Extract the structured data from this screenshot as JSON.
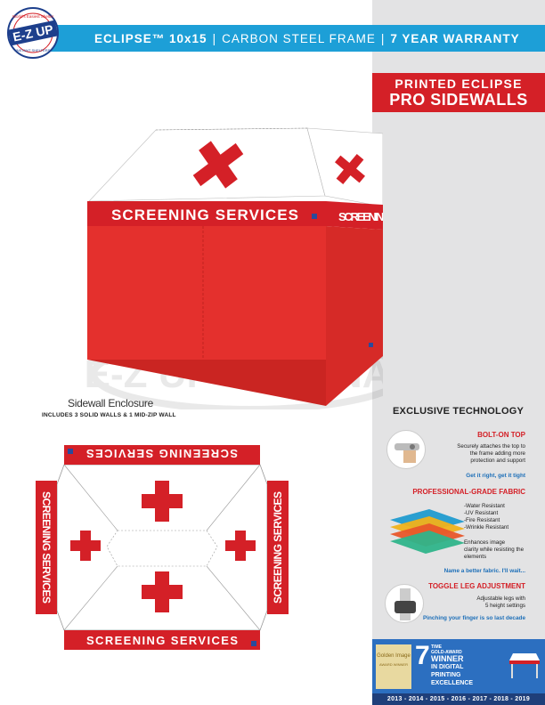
{
  "header": {
    "model": "ECLIPSE™ 10x15",
    "sep1": "|",
    "frame": "CARBON STEEL FRAME",
    "sep2": "|",
    "warranty": "7 YEAR WARRANTY"
  },
  "logo": {
    "text": "E-Z UP",
    "tag_top": "World's Easiest Shelter",
    "tag_bottom": "INSTANT SHELTERS"
  },
  "title": {
    "line1": "PRINTED ECLIPSE",
    "line2": "PRO SIDEWALLS"
  },
  "tent": {
    "valance_front": "SCREENING SERVICES",
    "valance_side": "SCREENING SERVICES",
    "watermark": "E-Z UP ORIGINAL"
  },
  "caption": {
    "title": "Sidewall Enclosure",
    "subtitle": "INCLUDES 3 SOLID WALLS & 1 MID-ZIP WALL"
  },
  "plan": {
    "top": "SCREENING SERVICES",
    "bottom": "SCREENING SERVICES",
    "left": "SCREENING SERVICES",
    "right": "SCREENING SERVICES"
  },
  "tech": {
    "heading": "EXCLUSIVE TECHNOLOGY",
    "bolt": {
      "title": "BOLT-ON TOP",
      "text": [
        "Securely attaches the top to",
        "the frame adding more",
        "protection and support"
      ],
      "tag": "Get it right, get it tight"
    },
    "fabric": {
      "title": "PROFESSIONAL-GRADE FABRIC",
      "bullets": [
        "-Water Resistant",
        "-UV Resistant",
        "-Fire Resistant",
        "-Wrinkle Resistant"
      ],
      "text": [
        "Enhances image",
        "clarity while resisting the",
        "elements"
      ],
      "tag": "Name a better fabric. I'll wait..."
    },
    "toggle": {
      "title": "TOGGLE LEG ADJUSTMENT",
      "text": [
        "Adjustable legs with",
        "5 height settings"
      ],
      "tag": "Pinching your finger is so last decade"
    }
  },
  "award": {
    "golden": "Golden Image",
    "golden_sub": "AWARD WINNER",
    "number": "7",
    "line1": "TIME",
    "line2": "GOLD-AWARD",
    "line3": "WINNER",
    "line4": "IN DIGITAL",
    "line5": "PRINTING",
    "line6": "EXCELLENCE",
    "years": "2013 - 2014 - 2015 - 2016 - 2017 - 2018 - 2019"
  },
  "colors": {
    "red": "#d42027",
    "blue": "#1d9fd7",
    "grey": "#e3e3e4"
  }
}
